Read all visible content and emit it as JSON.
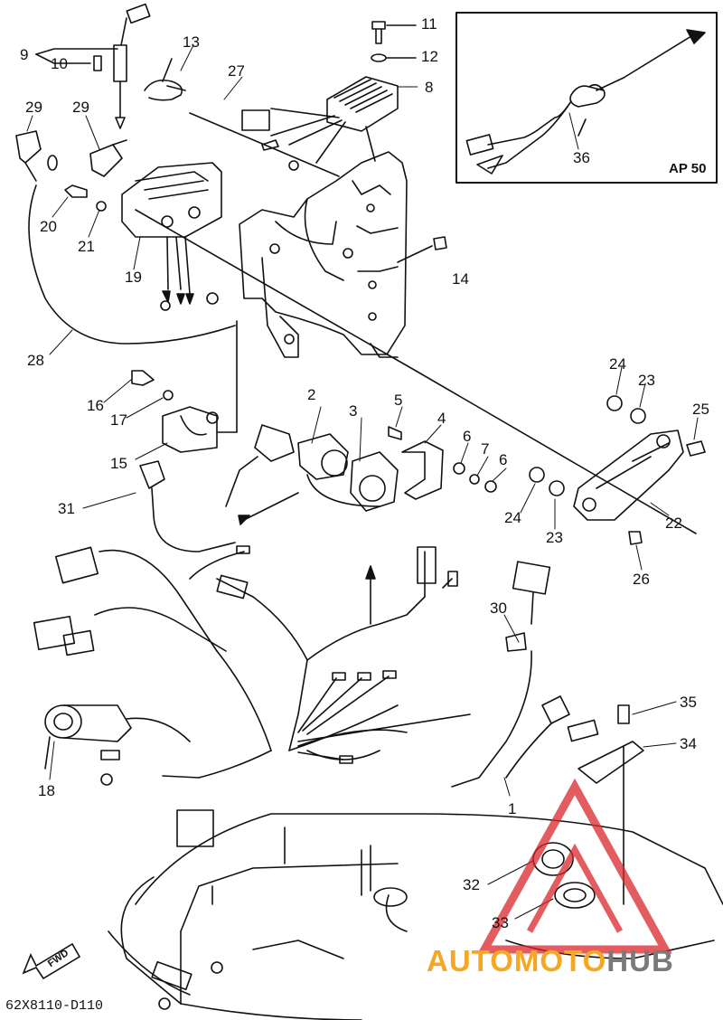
{
  "diagram": {
    "drawing_number": "62X8110-D110",
    "inset_code": "AP 50",
    "fwd_label": "FWD",
    "watermark": {
      "part1": "AUTOMOTO",
      "part2": "HUB",
      "color1": "#f5a623",
      "color2": "#7a7a7a",
      "logo_color": "#d9262b"
    },
    "line_color": "#111111",
    "callouts": {
      "c1": "1",
      "c2": "2",
      "c3": "3",
      "c4": "4",
      "c5": "5",
      "c6a": "6",
      "c6b": "6",
      "c7": "7",
      "c8": "8",
      "c9": "9",
      "c10": "10",
      "c11": "11",
      "c12": "12",
      "c13": "13",
      "c14": "14",
      "c15": "15",
      "c16": "16",
      "c17": "17",
      "c18": "18",
      "c19": "19",
      "c20": "20",
      "c21": "21",
      "c22": "22",
      "c23a": "23",
      "c23b": "23",
      "c24a": "24",
      "c24b": "24",
      "c25": "25",
      "c26": "26",
      "c27": "27",
      "c28": "28",
      "c29a": "29",
      "c29b": "29",
      "c30": "30",
      "c31": "31",
      "c32": "32",
      "c33": "33",
      "c34": "34",
      "c35": "35",
      "c36": "36"
    }
  }
}
